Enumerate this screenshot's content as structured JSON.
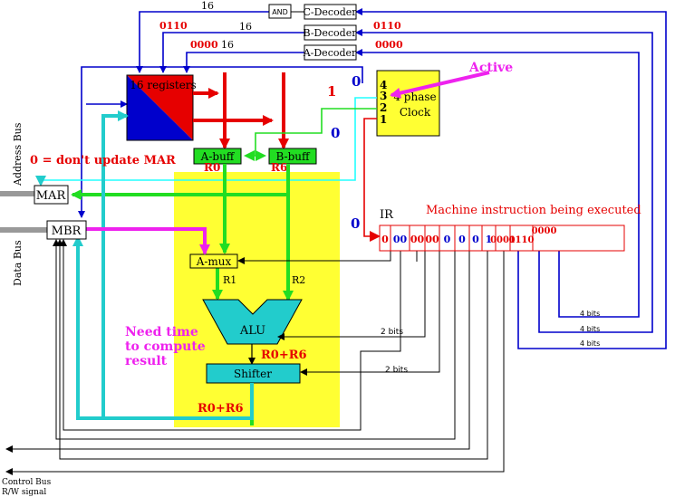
{
  "colors": {
    "blue": "#0000cc",
    "navy": "#00008b",
    "red": "#e60000",
    "green": "#22dd22",
    "cyan": "#22cccc",
    "magenta": "#ee22ee",
    "yellow": "#ffff33",
    "black": "#000000",
    "gray": "#999999"
  },
  "blocks": {
    "and_gate": "AND",
    "c_decoder": "C-Decoder",
    "b_decoder": "B-Decoder",
    "a_decoder": "A-Decoder",
    "registers": "16 registers",
    "clock_line1": "4 phase",
    "clock_line2": "Clock",
    "a_buff": "A-buff",
    "b_buff": "B-buff",
    "mar": "MAR",
    "mbr": "MBR",
    "a_mux": "A-mux",
    "alu": "ALU",
    "shifter": "Shifter",
    "ir": "IR"
  },
  "labels": {
    "width_16_top": "16",
    "width_16_mid": "16",
    "width_16_low": "16",
    "c_code_0110_left": "0110",
    "c_code_0000_left": "0000",
    "b_code_0110_right": "0110",
    "a_code_0000_right": "0000",
    "active": "Active",
    "clock_phase_4": "4",
    "clock_phase_3": "3",
    "clock_phase_2": "2",
    "clock_phase_1": "1",
    "signal_0_top": "0",
    "signal_1": "1",
    "signal_0_mid": "0",
    "signal_0_ir": "0",
    "mar_note": "0 = don't update MAR",
    "r0": "R0",
    "r6": "R6",
    "r1": "R1",
    "r2": "R2",
    "address_bus": "Address Bus",
    "data_bus": "Data Bus",
    "control_bus": "Control Bus",
    "rw_signal": "R/W signal",
    "need_time_1": "Need time",
    "need_time_2": "to compute",
    "need_time_3": "result",
    "alu_result": "R0+R6",
    "shifter_result": "R0+R6",
    "two_bits_alu": "2 bits",
    "two_bits_shifter": "2 bits",
    "four_bits_1": "4 bits",
    "four_bits_2": "4 bits",
    "four_bits_3": "4 bits",
    "instruction_caption": "Machine instruction being executed"
  },
  "instruction_fields": [
    "0",
    "00",
    "00",
    "00",
    "0",
    "0",
    "0",
    "1",
    "0001",
    "0110",
    "0000"
  ]
}
